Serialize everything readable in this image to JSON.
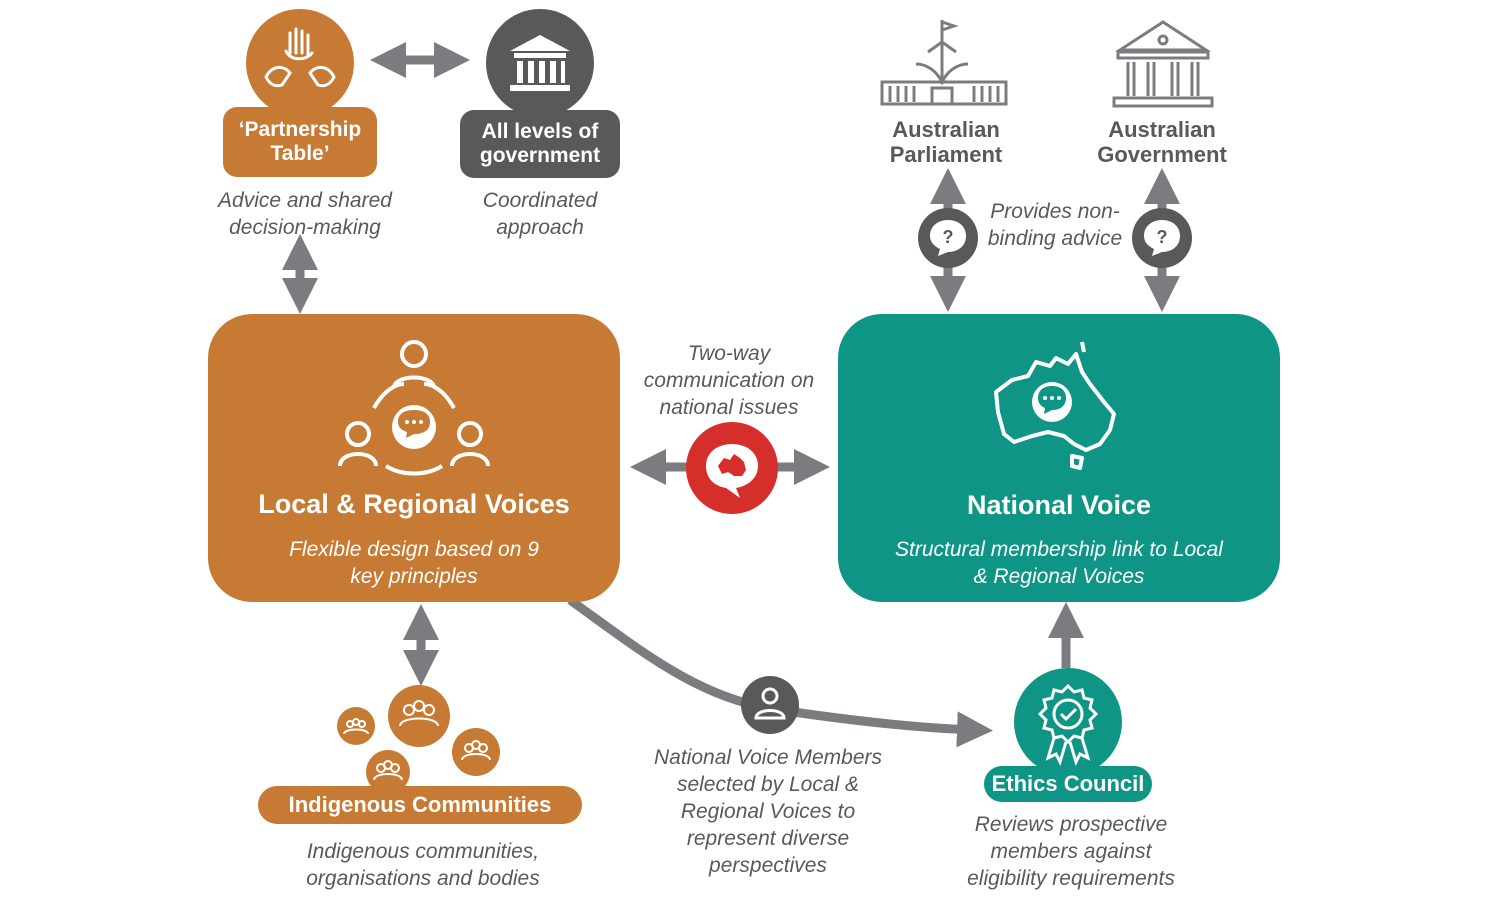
{
  "colors": {
    "orange": "#C67A34",
    "teal": "#0E9585",
    "dark_gray": "#58595B",
    "arrow_gray": "#7B7C7F",
    "red": "#D62E2A"
  },
  "partnership": {
    "title": "‘Partnership Table’",
    "caption": "Advice and shared decision-making",
    "icon": "hands-together-icon"
  },
  "government": {
    "title": "All levels of government",
    "caption": "Coordinated approach",
    "icon": "government-building-icon"
  },
  "parliament": {
    "label": "Australian Parliament",
    "icon": "parliament-house-icon"
  },
  "aus_government": {
    "label": "Australian Government",
    "icon": "government-building-icon"
  },
  "advice": {
    "caption": "Provides non-binding advice",
    "icon": "question-bubble-icon"
  },
  "local": {
    "title": "Local & Regional Voices",
    "subtitle": "Flexible design based on 9 key principles",
    "icon": "people-network-icon"
  },
  "two_way": {
    "caption": "Two-way communication on national issues",
    "icon": "australia-speech-icon"
  },
  "national": {
    "title": "National Voice",
    "subtitle": "Structural membership link to Local & Regional Voices",
    "icon": "australia-map-icon"
  },
  "communities": {
    "label": "Indigenous Communities",
    "caption": "Indigenous communities, organisations and bodies",
    "icon": "community-groups-icon"
  },
  "members": {
    "caption": "National Voice Members selected by Local & Regional Voices to represent diverse perspectives",
    "icon": "person-icon"
  },
  "ethics": {
    "label": "Ethics Council",
    "caption": "Reviews prospective members against eligibility requirements",
    "icon": "award-ribbon-icon"
  }
}
